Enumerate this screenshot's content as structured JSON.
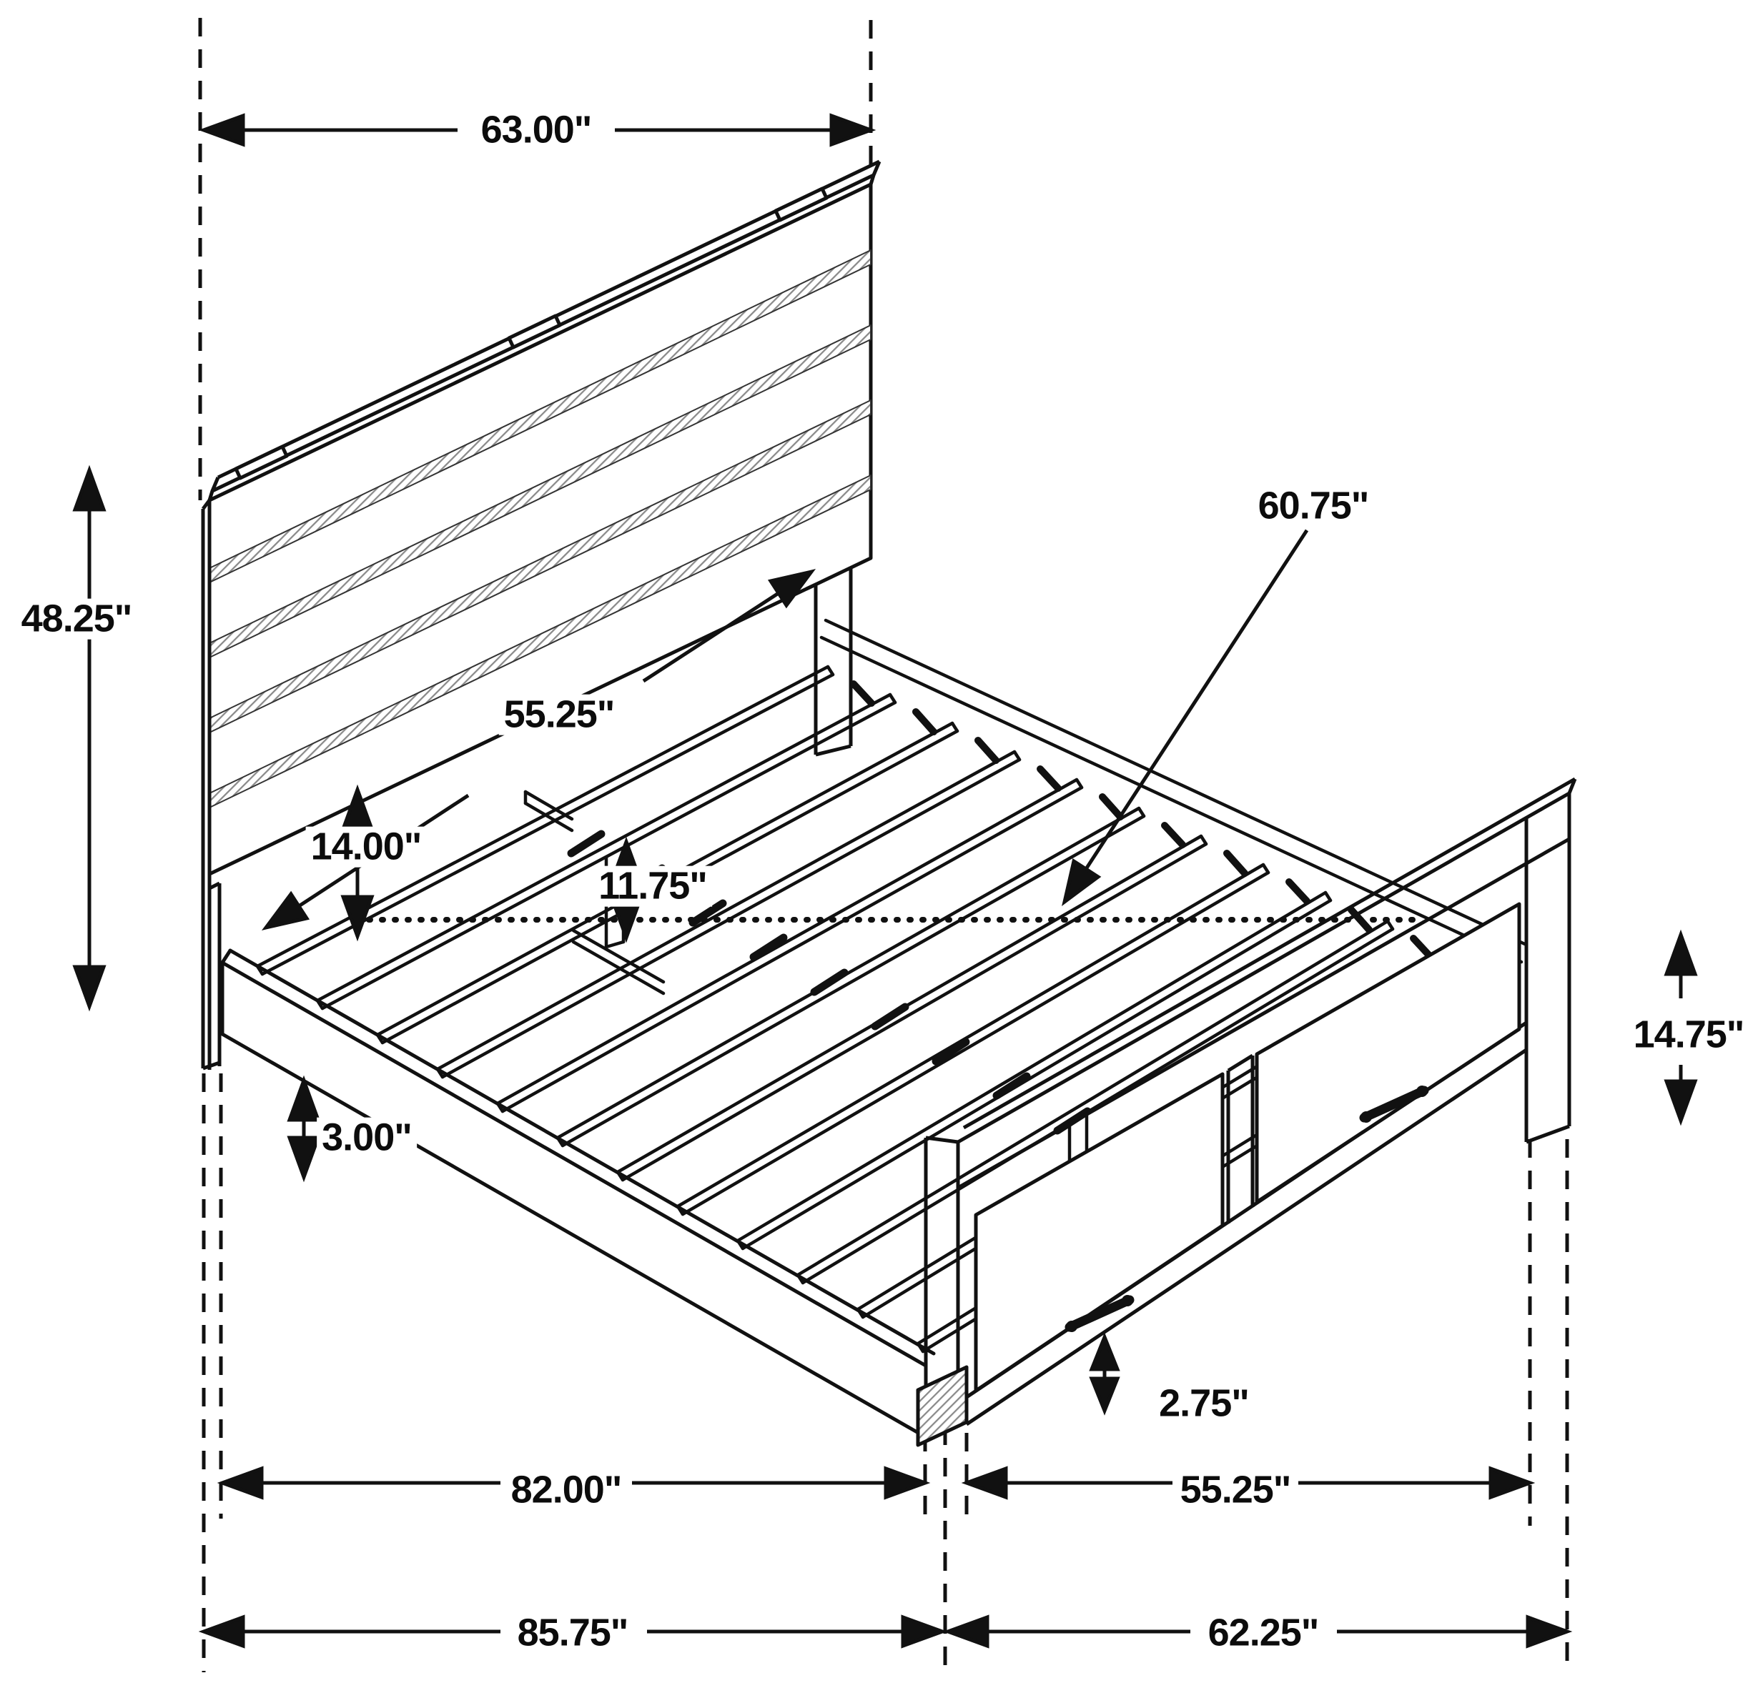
{
  "diagram": {
    "type": "furniture-dimension-drawing",
    "subject": "storage-bed-with-plank-headboard-and-two-footboard-drawers",
    "unit": "inches",
    "ink_color": "#111111",
    "background_color": "#ffffff"
  },
  "labels": {
    "headboard_width": "63.00\"",
    "headboard_height": "48.25\"",
    "headboard_inner_width": "55.25\"",
    "deck_height": "14.00\"",
    "center_clearance": "11.75\"",
    "slat_length": "60.75\"",
    "footboard_height": "14.75\"",
    "rail_floor_clearance": "3.00\"",
    "drawer_floor_clearance": "2.75\"",
    "inner_length": "82.00\"",
    "overall_length": "85.75\"",
    "footboard_inner_width": "55.25\"",
    "overall_width": "62.25\""
  }
}
